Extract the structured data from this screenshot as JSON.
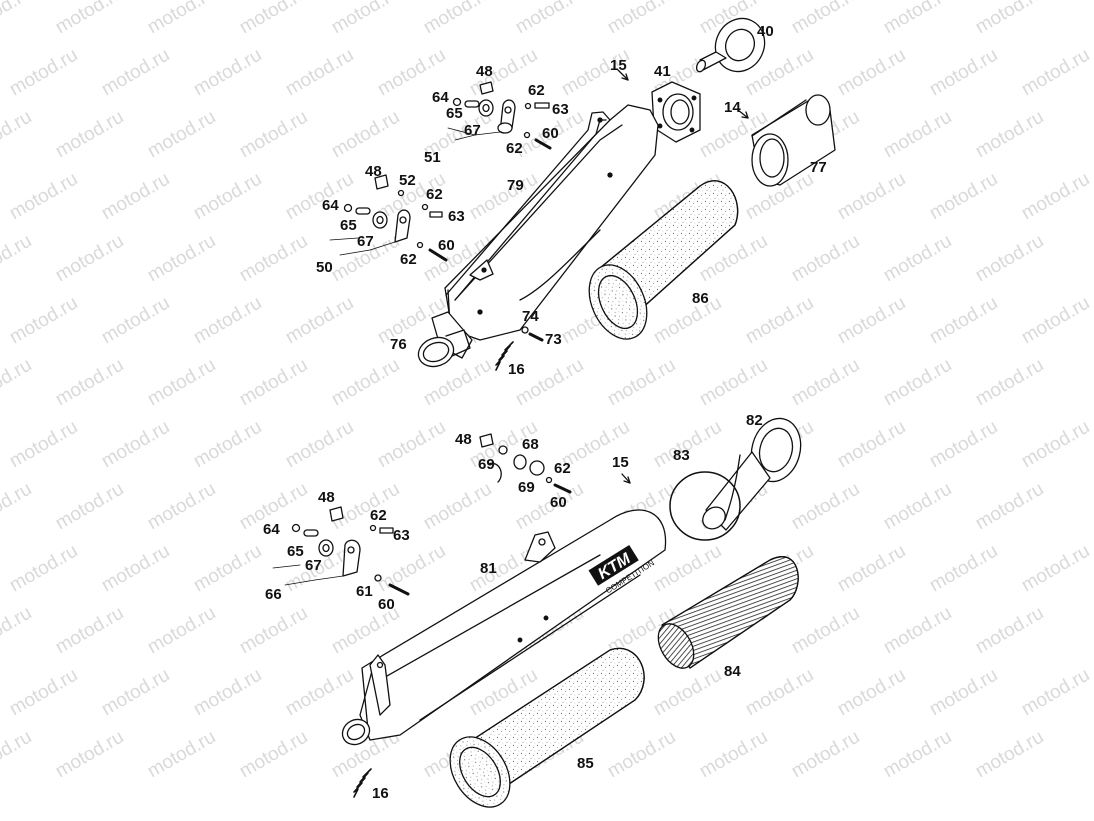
{
  "watermark_text": "motod.ru",
  "brand": {
    "logo": "KTM",
    "subtitle": "COMPETITION"
  },
  "callouts": {
    "c40": "40",
    "c41": "41",
    "c15a": "15",
    "c14": "14",
    "c77": "77",
    "c48a": "48",
    "c64a": "64",
    "c65a": "65",
    "c67a": "67",
    "c62a": "62",
    "c63a": "63",
    "c60a": "60",
    "c62b": "62",
    "c51": "51",
    "c48b": "48",
    "c52": "52",
    "c62c": "62",
    "c64b": "64",
    "c63b": "63",
    "c65b": "65",
    "c67b": "67",
    "c60b": "60",
    "c62d": "62",
    "c50": "50",
    "c79": "79",
    "c86": "86",
    "c74": "74",
    "c73": "73",
    "c76": "76",
    "c16a": "16",
    "c48c": "48",
    "c68": "68",
    "c69a": "69",
    "c62e": "62",
    "c69b": "69",
    "c60c": "60",
    "c15b": "15",
    "c83": "83",
    "c82": "82",
    "c48d": "48",
    "c62f": "62",
    "c63c": "63",
    "c64c": "64",
    "c65c": "65",
    "c67c": "67",
    "c61": "61",
    "c60d": "60",
    "c66": "66",
    "c81": "81",
    "c84": "84",
    "c85": "85",
    "c16b": "16"
  }
}
